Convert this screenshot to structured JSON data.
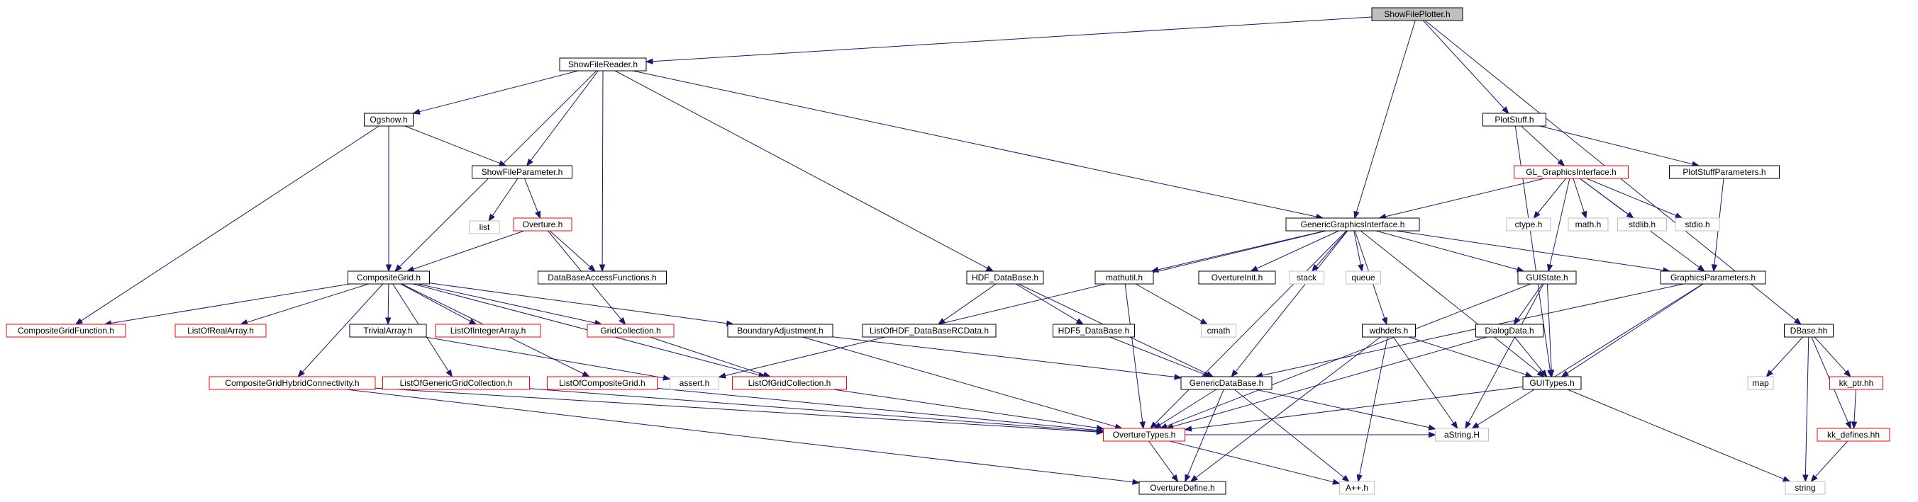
{
  "colors": {
    "edge": "#191970",
    "root_fill": "#bfbfbf",
    "documented_border": "#000000",
    "truncated_border": "#ff0000",
    "external_border": "#bfbfbf",
    "external_text": "#000000"
  },
  "nodes": [
    {
      "id": "ShowFilePlotter",
      "label": "ShowFilePlotter.h",
      "style": "root"
    },
    {
      "id": "ShowFileReader",
      "label": "ShowFileReader.h",
      "style": "doc"
    },
    {
      "id": "Ogshow",
      "label": "Ogshow.h",
      "style": "doc"
    },
    {
      "id": "ShowFileParameter",
      "label": "ShowFileParameter.h",
      "style": "doc"
    },
    {
      "id": "list",
      "label": "list",
      "style": "ext"
    },
    {
      "id": "Overture",
      "label": "Overture.h",
      "style": "trunc"
    },
    {
      "id": "DataBaseAccessFunctions",
      "label": "DataBaseAccessFunctions.h",
      "style": "doc"
    },
    {
      "id": "CompositeGrid",
      "label": "CompositeGrid.h",
      "style": "doc"
    },
    {
      "id": "CompositeGridFunction",
      "label": "CompositeGridFunction.h",
      "style": "trunc"
    },
    {
      "id": "ListOfRealArray",
      "label": "ListOfRealArray.h",
      "style": "trunc"
    },
    {
      "id": "TrivialArray",
      "label": "TrivialArray.h",
      "style": "doc"
    },
    {
      "id": "ListOfIntegerArray",
      "label": "ListOfIntegerArray.h",
      "style": "trunc"
    },
    {
      "id": "GridCollection",
      "label": "GridCollection.h",
      "style": "trunc"
    },
    {
      "id": "BoundaryAdjustment",
      "label": "BoundaryAdjustment.h",
      "style": "doc"
    },
    {
      "id": "CompositeGridHybridConnectivity",
      "label": "CompositeGridHybridConnectivity.h",
      "style": "trunc"
    },
    {
      "id": "ListOfGenericGridCollection",
      "label": "ListOfGenericGridCollection.h",
      "style": "trunc"
    },
    {
      "id": "ListOfCompositeGrid",
      "label": "ListOfCompositeGrid.h",
      "style": "trunc"
    },
    {
      "id": "assert",
      "label": "assert.h",
      "style": "ext"
    },
    {
      "id": "ListOfGridCollection",
      "label": "ListOfGridCollection.h",
      "style": "trunc"
    },
    {
      "id": "HDF_DataBase",
      "label": "HDF_DataBase.h",
      "style": "doc"
    },
    {
      "id": "ListOfHDF",
      "label": "ListOfHDF_DataBaseRCData.h",
      "style": "doc"
    },
    {
      "id": "HDF5_DataBase",
      "label": "HDF5_DataBase.h",
      "style": "doc"
    },
    {
      "id": "GenericDataBase",
      "label": "GenericDataBase.h",
      "style": "doc"
    },
    {
      "id": "OvertureTypes",
      "label": "OvertureTypes.h",
      "style": "trunc"
    },
    {
      "id": "OvertureDefine",
      "label": "OvertureDefine.h",
      "style": "doc"
    },
    {
      "id": "App",
      "label": "A++.h",
      "style": "ext"
    },
    {
      "id": "aString",
      "label": "aString.H",
      "style": "ext"
    },
    {
      "id": "GenericGraphicsInterface",
      "label": "GenericGraphicsInterface.h",
      "style": "doc"
    },
    {
      "id": "mathutil",
      "label": "mathutil.h",
      "style": "doc"
    },
    {
      "id": "cmath",
      "label": "cmath",
      "style": "ext"
    },
    {
      "id": "OvertureInit",
      "label": "OvertureInit.h",
      "style": "doc"
    },
    {
      "id": "stack",
      "label": "stack",
      "style": "ext"
    },
    {
      "id": "queue",
      "label": "queue",
      "style": "ext"
    },
    {
      "id": "wdhdefs",
      "label": "wdhdefs.h",
      "style": "doc"
    },
    {
      "id": "GUIState",
      "label": "GUIState.h",
      "style": "doc"
    },
    {
      "id": "DialogData",
      "label": "DialogData.h",
      "style": "doc"
    },
    {
      "id": "GUITypes",
      "label": "GUITypes.h",
      "style": "doc"
    },
    {
      "id": "GraphicsParameters",
      "label": "GraphicsParameters.h",
      "style": "doc"
    },
    {
      "id": "PlotStuff",
      "label": "PlotStuff.h",
      "style": "doc"
    },
    {
      "id": "GL_GraphicsInterface",
      "label": "GL_GraphicsInterface.h",
      "style": "trunc"
    },
    {
      "id": "PlotStuffParameters",
      "label": "PlotStuffParameters.h",
      "style": "doc"
    },
    {
      "id": "ctype",
      "label": "ctype.h",
      "style": "ext"
    },
    {
      "id": "math",
      "label": "math.h",
      "style": "ext"
    },
    {
      "id": "stdlib",
      "label": "stdlib.h",
      "style": "ext"
    },
    {
      "id": "stdio",
      "label": "stdio.h",
      "style": "ext"
    },
    {
      "id": "DBase",
      "label": "DBase.hh",
      "style": "doc"
    },
    {
      "id": "map",
      "label": "map",
      "style": "ext"
    },
    {
      "id": "kk_ptr",
      "label": "kk_ptr.hh",
      "style": "trunc"
    },
    {
      "id": "kk_defines",
      "label": "kk_defines.hh",
      "style": "trunc"
    },
    {
      "id": "string",
      "label": "string",
      "style": "ext"
    }
  ],
  "edges": [
    [
      "ShowFilePlotter",
      "ShowFileReader"
    ],
    [
      "ShowFilePlotter",
      "GenericGraphicsInterface"
    ],
    [
      "ShowFilePlotter",
      "PlotStuff"
    ],
    [
      "ShowFilePlotter",
      "DBase"
    ],
    [
      "ShowFileReader",
      "Ogshow"
    ],
    [
      "ShowFileReader",
      "ShowFileParameter"
    ],
    [
      "ShowFileReader",
      "CompositeGrid"
    ],
    [
      "ShowFileReader",
      "DataBaseAccessFunctions"
    ],
    [
      "ShowFileReader",
      "HDF_DataBase"
    ],
    [
      "ShowFileReader",
      "GenericGraphicsInterface"
    ],
    [
      "Ogshow",
      "ShowFileParameter"
    ],
    [
      "Ogshow",
      "CompositeGrid"
    ],
    [
      "Ogshow",
      "CompositeGridFunction"
    ],
    [
      "ShowFileParameter",
      "list"
    ],
    [
      "ShowFileParameter",
      "Overture"
    ],
    [
      "Overture",
      "CompositeGrid"
    ],
    [
      "Overture",
      "DataBaseAccessFunctions"
    ],
    [
      "Overture",
      "GridCollection"
    ],
    [
      "CompositeGrid",
      "CompositeGridFunction"
    ],
    [
      "CompositeGrid",
      "ListOfRealArray"
    ],
    [
      "CompositeGrid",
      "TrivialArray"
    ],
    [
      "CompositeGrid",
      "ListOfIntegerArray"
    ],
    [
      "CompositeGrid",
      "GridCollection"
    ],
    [
      "CompositeGrid",
      "BoundaryAdjustment"
    ],
    [
      "CompositeGrid",
      "CompositeGridHybridConnectivity"
    ],
    [
      "CompositeGrid",
      "ListOfGenericGridCollection"
    ],
    [
      "CompositeGrid",
      "ListOfCompositeGrid"
    ],
    [
      "CompositeGrid",
      "ListOfGridCollection"
    ],
    [
      "TrivialArray",
      "assert"
    ],
    [
      "GridCollection",
      "ListOfGridCollection"
    ],
    [
      "BoundaryAdjustment",
      "GenericDataBase"
    ],
    [
      "BoundaryAdjustment",
      "OvertureTypes"
    ],
    [
      "CompositeGridHybridConnectivity",
      "OvertureTypes"
    ],
    [
      "CompositeGridHybridConnectivity",
      "OvertureDefine"
    ],
    [
      "ListOfGenericGridCollection",
      "OvertureTypes"
    ],
    [
      "ListOfCompositeGrid",
      "OvertureTypes"
    ],
    [
      "ListOfGridCollection",
      "OvertureTypes"
    ],
    [
      "HDF_DataBase",
      "ListOfHDF"
    ],
    [
      "HDF_DataBase",
      "HDF5_DataBase"
    ],
    [
      "HDF_DataBase",
      "GenericDataBase"
    ],
    [
      "HDF5_DataBase",
      "GenericDataBase"
    ],
    [
      "GenericDataBase",
      "OvertureTypes"
    ],
    [
      "GenericDataBase",
      "OvertureDefine"
    ],
    [
      "GenericDataBase",
      "App"
    ],
    [
      "GenericDataBase",
      "aString"
    ],
    [
      "OvertureTypes",
      "OvertureDefine"
    ],
    [
      "OvertureTypes",
      "App"
    ],
    [
      "OvertureTypes",
      "aString"
    ],
    [
      "GenericGraphicsInterface",
      "assert"
    ],
    [
      "GenericGraphicsInterface",
      "mathutil"
    ],
    [
      "GenericGraphicsInterface",
      "OvertureInit"
    ],
    [
      "GenericGraphicsInterface",
      "stack"
    ],
    [
      "GenericGraphicsInterface",
      "queue"
    ],
    [
      "GenericGraphicsInterface",
      "GenericDataBase"
    ],
    [
      "GenericGraphicsInterface",
      "wdhdefs"
    ],
    [
      "GenericGraphicsInterface",
      "GUIState"
    ],
    [
      "GenericGraphicsInterface",
      "GUITypes"
    ],
    [
      "GenericGraphicsInterface",
      "GraphicsParameters"
    ],
    [
      "GenericGraphicsInterface",
      "OvertureTypes"
    ],
    [
      "mathutil",
      "cmath"
    ],
    [
      "mathutil",
      "OvertureTypes"
    ],
    [
      "wdhdefs",
      "OvertureDefine"
    ],
    [
      "wdhdefs",
      "App"
    ],
    [
      "wdhdefs",
      "aString"
    ],
    [
      "wdhdefs",
      "GUITypes"
    ],
    [
      "GUIState",
      "DialogData"
    ],
    [
      "GUIState",
      "GUITypes"
    ],
    [
      "GUIState",
      "OvertureTypes"
    ],
    [
      "GUIState",
      "aString"
    ],
    [
      "DialogData",
      "GUITypes"
    ],
    [
      "DialogData",
      "OvertureTypes"
    ],
    [
      "GUITypes",
      "OvertureTypes"
    ],
    [
      "GUITypes",
      "string"
    ],
    [
      "GraphicsParameters",
      "GUITypes"
    ],
    [
      "GraphicsParameters",
      "GenericDataBase"
    ],
    [
      "GraphicsParameters",
      "aString"
    ],
    [
      "PlotStuff",
      "GL_GraphicsInterface"
    ],
    [
      "PlotStuff",
      "PlotStuffParameters"
    ],
    [
      "PlotStuff",
      "GUITypes"
    ],
    [
      "GL_GraphicsInterface",
      "GenericGraphicsInterface"
    ],
    [
      "GL_GraphicsInterface",
      "ctype"
    ],
    [
      "GL_GraphicsInterface",
      "math"
    ],
    [
      "GL_GraphicsInterface",
      "stdlib"
    ],
    [
      "GL_GraphicsInterface",
      "stdio"
    ],
    [
      "GL_GraphicsInterface",
      "GUIState"
    ],
    [
      "GL_GraphicsInterface",
      "GraphicsParameters"
    ],
    [
      "PlotStuffParameters",
      "GraphicsParameters"
    ],
    [
      "DBase",
      "map"
    ],
    [
      "DBase",
      "kk_ptr"
    ],
    [
      "DBase",
      "kk_defines"
    ],
    [
      "DBase",
      "string"
    ],
    [
      "kk_ptr",
      "kk_defines"
    ],
    [
      "kk_defines",
      "string"
    ]
  ]
}
